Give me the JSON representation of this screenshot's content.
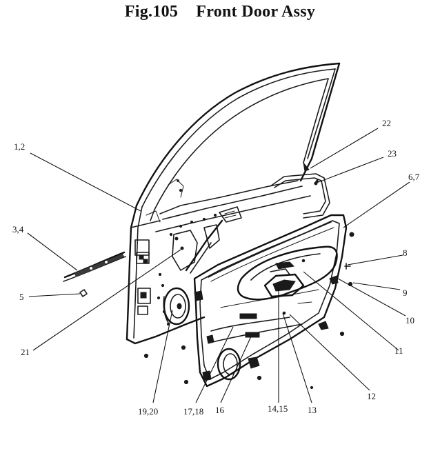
{
  "title": {
    "figure": "Fig.105",
    "name": "Front Door Assy"
  },
  "callouts": [
    {
      "id": "c-1-2",
      "label": "1,2"
    },
    {
      "id": "c-3-4",
      "label": "3,4"
    },
    {
      "id": "c-5",
      "label": "5"
    },
    {
      "id": "c-21",
      "label": "21"
    },
    {
      "id": "c-19-20",
      "label": "19,20"
    },
    {
      "id": "c-17-18",
      "label": "17,18"
    },
    {
      "id": "c-16",
      "label": "16"
    },
    {
      "id": "c-14-15",
      "label": "14,15"
    },
    {
      "id": "c-13",
      "label": "13"
    },
    {
      "id": "c-12",
      "label": "12"
    },
    {
      "id": "c-11",
      "label": "11"
    },
    {
      "id": "c-10",
      "label": "10"
    },
    {
      "id": "c-9",
      "label": "9"
    },
    {
      "id": "c-8",
      "label": "8"
    },
    {
      "id": "c-6-7",
      "label": "6,7"
    },
    {
      "id": "c-23",
      "label": "23"
    },
    {
      "id": "c-22",
      "label": "22"
    }
  ]
}
